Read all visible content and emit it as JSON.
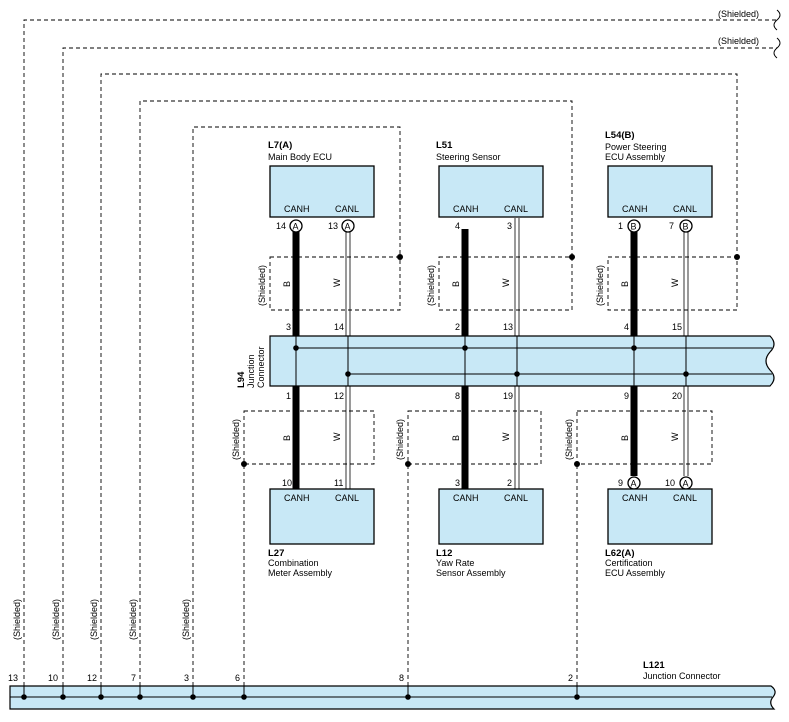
{
  "shield_label": "(Shielded)",
  "ecu_top": [
    {
      "code": "L7(A)",
      "name_lines": [
        "Main Body ECU"
      ],
      "canh": "CANH",
      "canl": "CANL",
      "pin_h": "14",
      "pin_l": "13",
      "conn_h": "A",
      "conn_l": "A"
    },
    {
      "code": "L51",
      "name_lines": [
        "Steering Sensor"
      ],
      "canh": "CANH",
      "canl": "CANL",
      "pin_h": "4",
      "pin_l": "3"
    },
    {
      "code": "L54(B)",
      "name_lines": [
        "Power Steering",
        "ECU Assembly"
      ],
      "canh": "CANH",
      "canl": "CANL",
      "pin_h": "1",
      "pin_l": "7",
      "conn_h": "B",
      "conn_l": "B"
    }
  ],
  "ecu_bottom": [
    {
      "code": "L27",
      "name_lines": [
        "Combination",
        "Meter Assembly"
      ],
      "canh": "CANH",
      "canl": "CANL",
      "pin_h": "10",
      "pin_l": "11"
    },
    {
      "code": "L12",
      "name_lines": [
        "Yaw Rate",
        "Sensor Assembly"
      ],
      "canh": "CANH",
      "canl": "CANL",
      "pin_h": "3",
      "pin_l": "2"
    },
    {
      "code": "L62(A)",
      "name_lines": [
        "Certification",
        "ECU Assembly"
      ],
      "canh": "CANH",
      "canl": "CANL",
      "pin_h": "9",
      "pin_l": "10",
      "conn_h": "A",
      "conn_l": "A"
    }
  ],
  "wire_colors": {
    "high": "B",
    "low": "W"
  },
  "l94": {
    "code": "L94",
    "name_lines": [
      "Junction",
      "Connector"
    ],
    "top_pins": [
      [
        "3",
        "14"
      ],
      [
        "2",
        "13"
      ],
      [
        "4",
        "15"
      ]
    ],
    "bottom_pins": [
      [
        "1",
        "12"
      ],
      [
        "8",
        "19"
      ],
      [
        "9",
        "20"
      ]
    ]
  },
  "l121": {
    "code": "L121",
    "name": "Junction Connector",
    "pins": [
      "13",
      "10",
      "12",
      "7",
      "3",
      "6",
      "8",
      "2"
    ]
  },
  "colors": {
    "connector_fill": "#c8e8f6",
    "line": "#000000"
  }
}
